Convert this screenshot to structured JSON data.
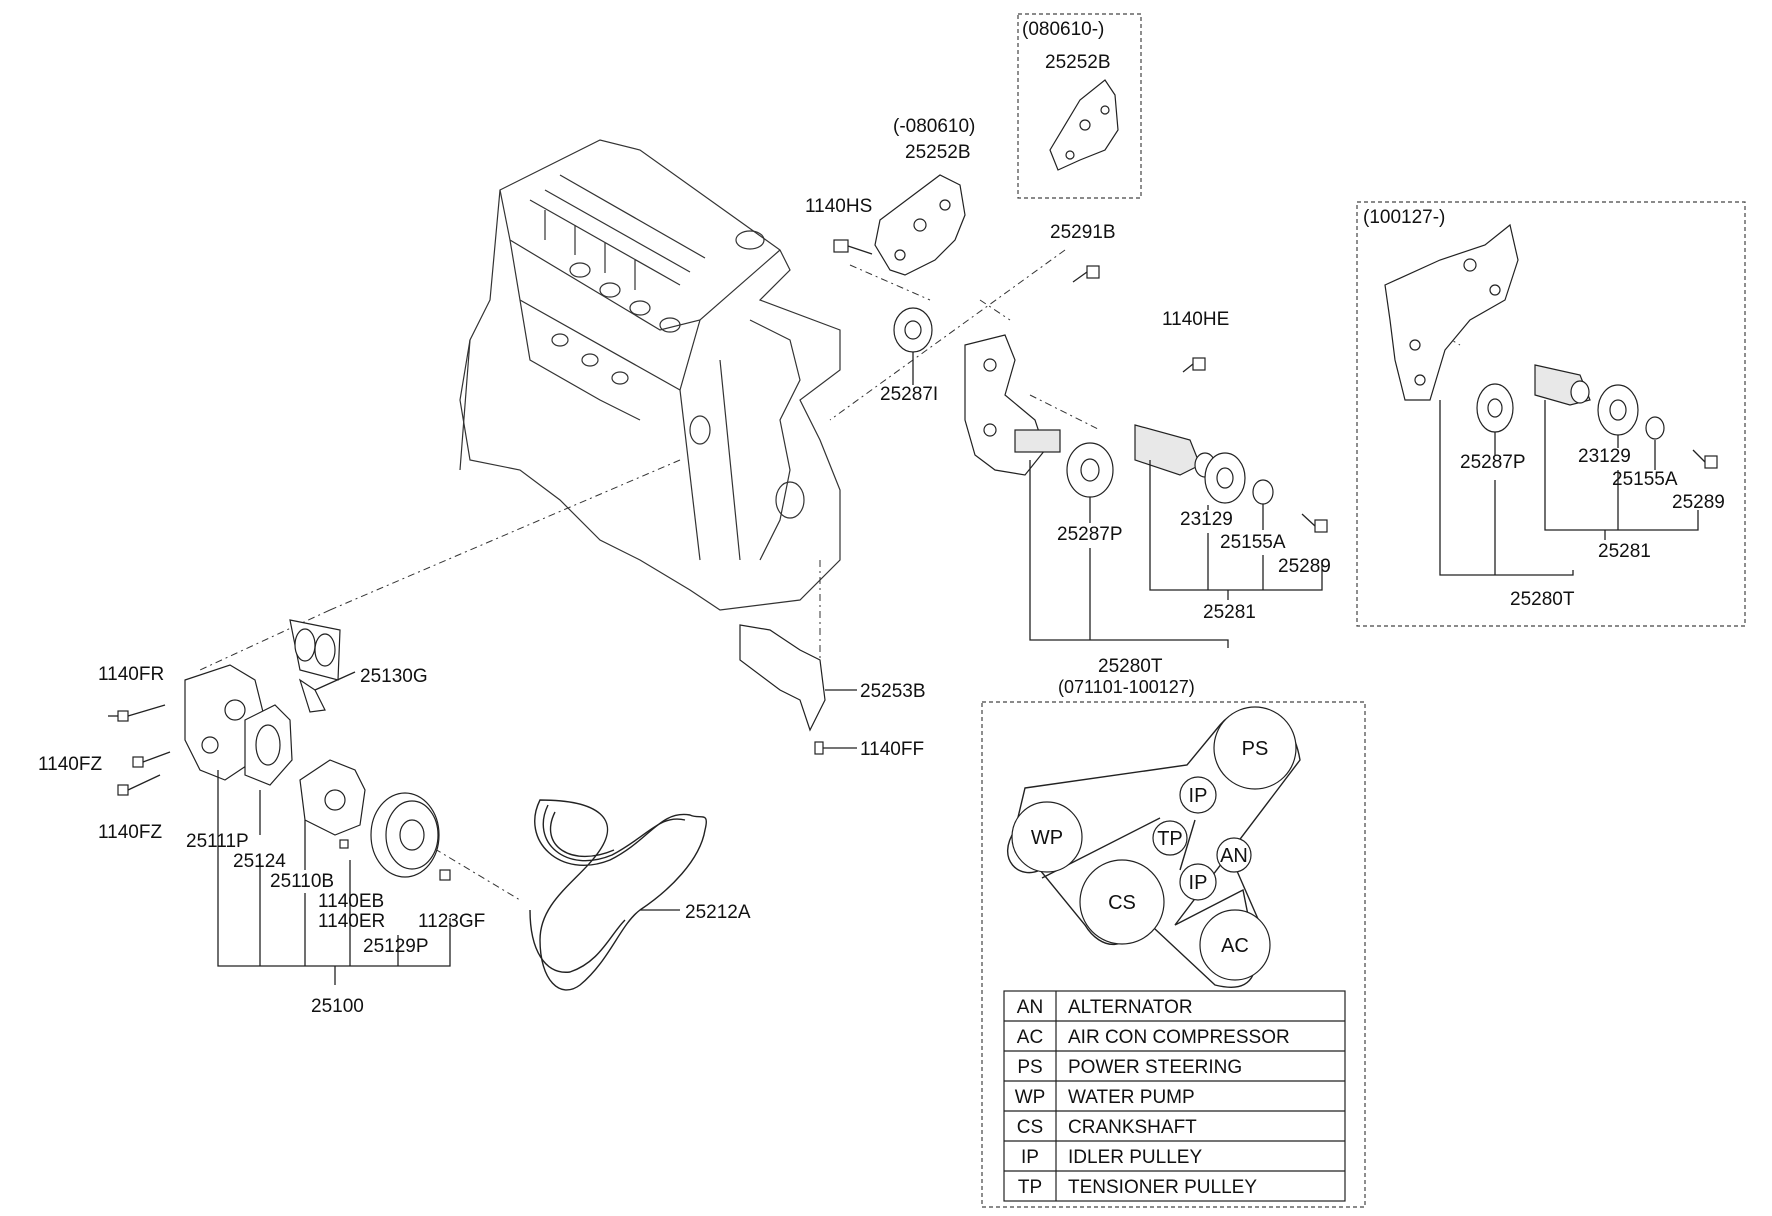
{
  "callouts": {
    "c_1140HS": "1140HS",
    "c_25252B_a_date": "(-080610)",
    "c_25252B_a": "25252B",
    "c_25252B_b_date": "(080610-)",
    "c_25252B_b": "25252B",
    "c_25291B": "25291B",
    "c_1140HE": "1140HE",
    "c_25287I": "25287I",
    "c_25287P_main": "25287P",
    "c_23129_main": "23129",
    "c_25155A_main": "25155A",
    "c_25289_main": "25289",
    "c_25281_main": "25281",
    "c_25280T_main": "25280T",
    "c_25280T_main_date": "(071101-100127)",
    "c_later_date": "(100127-)",
    "c_25287P_later": "25287P",
    "c_23129_later": "23129",
    "c_25155A_later": "25155A",
    "c_25289_later": "25289",
    "c_25281_later": "25281",
    "c_25280T_later": "25280T",
    "c_25253B": "25253B",
    "c_1140FF": "1140FF",
    "c_25130G": "25130G",
    "c_1140FR": "1140FR",
    "c_1140FZ_a": "1140FZ",
    "c_1140FZ_b": "1140FZ",
    "c_25111P": "25111P",
    "c_25124": "25124",
    "c_25110B": "25110B",
    "c_1140EB": "1140EB",
    "c_1140ER": "1140ER",
    "c_1123GF": "1123GF",
    "c_25129P": "25129P",
    "c_25100": "25100",
    "c_25212A": "25212A"
  },
  "belt_routing": {
    "pulleys": {
      "PS": "PS",
      "IP_top": "IP",
      "WP": "WP",
      "TP": "TP",
      "AN": "AN",
      "IP_mid": "IP",
      "CS": "CS",
      "AC": "AC"
    }
  },
  "legend": [
    {
      "code": "AN",
      "name": "ALTERNATOR"
    },
    {
      "code": "AC",
      "name": "AIR CON COMPRESSOR"
    },
    {
      "code": "PS",
      "name": "POWER STEERING"
    },
    {
      "code": "WP",
      "name": "WATER PUMP"
    },
    {
      "code": "CS",
      "name": "CRANKSHAFT"
    },
    {
      "code": "IP",
      "name": "IDLER PULLEY"
    },
    {
      "code": "TP",
      "name": "TENSIONER PULLEY"
    }
  ]
}
